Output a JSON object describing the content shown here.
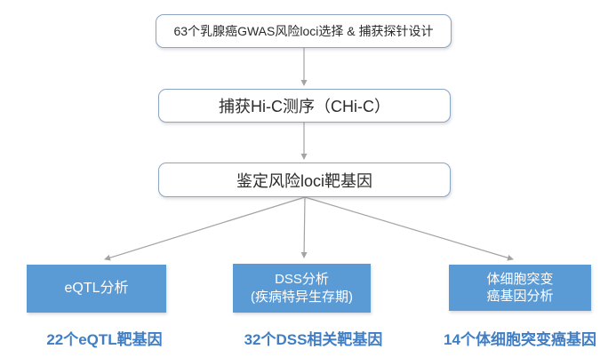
{
  "diagram": {
    "type": "flowchart",
    "colors": {
      "flow_box_border": "#8ba5c2",
      "flow_box_fill": "#ffffff",
      "analysis_box_fill": "#5b9bd5",
      "analysis_box_text": "#ffffff",
      "result_label_text": "#3f7ec5",
      "arrow": "#a3a3a3",
      "background": "#ffffff"
    },
    "flow_boxes": [
      {
        "id": "probe-design",
        "text": "63个乳腺癌GWAS风险loci选择 & 捕获探针设计"
      },
      {
        "id": "chic-sequencing",
        "text": "捕获Hi-C测序（CHi-C）"
      },
      {
        "id": "target-gene-identification",
        "text": "鉴定风险loci靶基因"
      }
    ],
    "analysis_boxes": [
      {
        "id": "eqtl",
        "lines": [
          "eQTL分析",
          ""
        ]
      },
      {
        "id": "dss",
        "lines": [
          "DSS分析",
          "(疾病特异生存期)"
        ]
      },
      {
        "id": "somatic",
        "lines": [
          "体细胞突变",
          "癌基因分析"
        ]
      }
    ],
    "result_labels": [
      "22个eQTL靶基因",
      "32个DSS相关靶基因",
      "14个体细胞突变癌基因"
    ]
  }
}
